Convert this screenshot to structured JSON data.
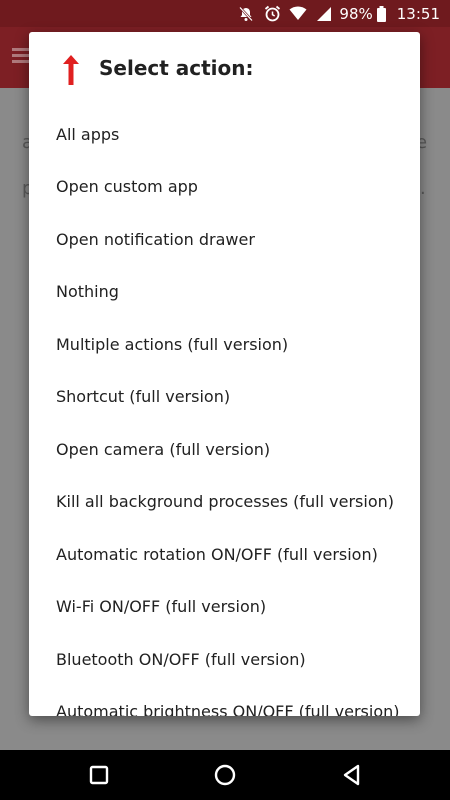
{
  "statusbar": {
    "battery": "98%",
    "time": "13:51",
    "icons": [
      "notifications-off-icon",
      "alarm-icon",
      "wifi-icon",
      "signal-icon",
      "battery-icon"
    ]
  },
  "background": {
    "left_fragment_1": "a",
    "left_fragment_2": "p",
    "right_fragment_1": "e",
    "right_fragment_2": "."
  },
  "dialog": {
    "title": "Select action:",
    "title_icon": "arrow-up-icon",
    "items": [
      "All apps",
      "Open custom app",
      "Open notification drawer",
      "Nothing",
      "Multiple actions (full version)",
      "Shortcut (full version)",
      "Open camera (full version)",
      "Kill all background processes (full version)",
      "Automatic rotation ON/OFF (full version)",
      "Wi-Fi ON/OFF (full version)",
      "Bluetooth ON/OFF (full version)",
      "Automatic brightness ON/OFF (full version)"
    ]
  },
  "colors": {
    "statusbar": "#6f1a1e",
    "appbar": "#7d1f24",
    "accent_arrow": "#e02020",
    "scrim": "#8a8a8a"
  },
  "navbar": {
    "icons": [
      "recents-square-icon",
      "home-circle-icon",
      "back-triangle-icon"
    ]
  }
}
